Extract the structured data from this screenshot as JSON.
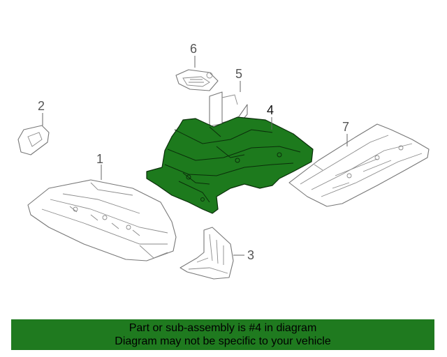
{
  "diagram": {
    "callouts": {
      "c1": "1",
      "c2": "2",
      "c3": "3",
      "c4": "4",
      "c5": "5",
      "c6": "6",
      "c7": "7"
    },
    "highlighted_part": "4",
    "highlight_color": "#1d7a1d"
  },
  "banner": {
    "line1": "Part or sub-assembly is #4 in diagram",
    "line2": "Diagram may not be specific to your vehicle",
    "background_color": "#1f7a1f"
  }
}
